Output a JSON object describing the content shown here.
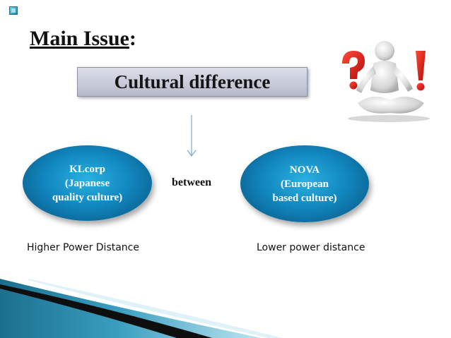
{
  "title": {
    "main": "Main Issue",
    "colon": ":"
  },
  "box": {
    "label": "Cultural difference"
  },
  "connector": {
    "label": "between"
  },
  "left_oval": {
    "line1": "KLcorp",
    "line2": "(Japanese",
    "line3": "quality culture)"
  },
  "right_oval": {
    "line1": "NOVA",
    "line2": "(European",
    "line3": "based culture)"
  },
  "captions": {
    "left": "Higher Power Distance",
    "right": "Lower power distance"
  },
  "icons": {
    "bullet": "square-bullet-icon",
    "figure": "thinking-person-question-exclamation-icon"
  },
  "colors": {
    "oval": "#1288c0",
    "box": "#c8cbd9",
    "question": "#e02020",
    "accent": "#1a84a6"
  }
}
